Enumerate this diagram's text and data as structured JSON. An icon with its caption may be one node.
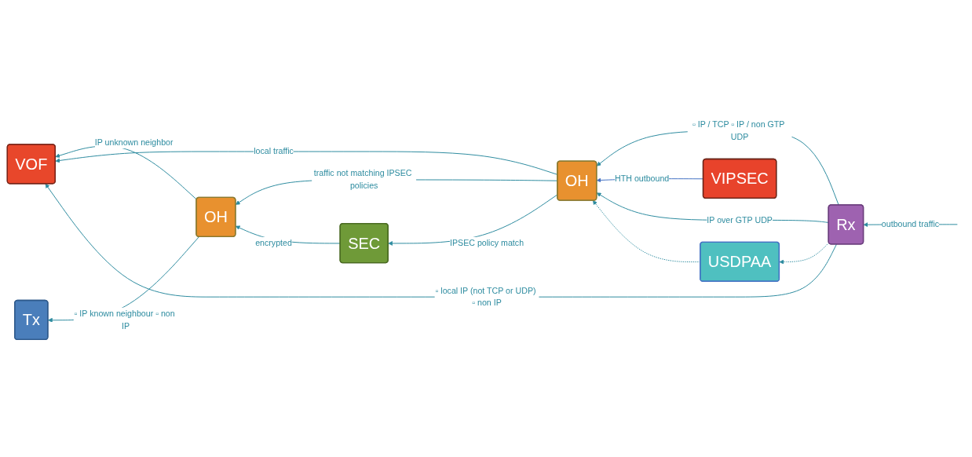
{
  "diagram": {
    "nodes": [
      {
        "text": [
          "VOF"
        ]
      },
      {
        "text": [
          "Tx"
        ]
      },
      {
        "text": [
          "OH"
        ]
      },
      {
        "text": [
          "OH"
        ]
      },
      {
        "text": [
          "Rx"
        ]
      },
      {
        "text": [
          "SEC"
        ]
      },
      {
        "text": [
          "VIPSEC"
        ]
      },
      {
        "text": [
          "USDPAA"
        ]
      }
    ],
    "edges": [
      {
        "from": 2,
        "to": 1,
        "arrow": "to",
        "label": "▫ IP known neighbour ▫ non IP"
      },
      {
        "from": 2,
        "to": 0,
        "arrow": "to",
        "label": "IP unknown neighbor"
      },
      {
        "from": 3,
        "to": 2,
        "arrow": "to",
        "label": "traffic not matching IPSEC policies"
      },
      {
        "from": 3,
        "to": 0,
        "arrow": "to",
        "label": "local traffic"
      },
      {
        "from": 4,
        "to": 0,
        "arrow": "to",
        "label": "▫ local IP (not TCP or UDP) ▫ non IP"
      },
      {
        "from": 4,
        "to": 3,
        "arrow": "to",
        "label": "▫ IP / TCP ▫ IP / non GTP UDP"
      },
      {
        "from": null,
        "to": 4,
        "arrow": "to",
        "label": "outbound traffic"
      },
      {
        "from": 5,
        "to": 2,
        "arrow": "to",
        "label": "encrypted"
      },
      {
        "from": 3,
        "to": 5,
        "arrow": "to",
        "label": "IPSEC policy match"
      },
      {
        "from": 6,
        "to": 3,
        "arrow": "to",
        "label": "HTH outbound",
        "color": "#4472c4"
      },
      {
        "from": 4,
        "to": 3,
        "arrow": "to",
        "label": "IP over GTP UDP"
      },
      {
        "from": 4,
        "to": 7,
        "arrow": "to",
        "style": "dashed"
      },
      {
        "from": 7,
        "to": 3,
        "arrow": "to",
        "style": "dashed"
      }
    ]
  }
}
